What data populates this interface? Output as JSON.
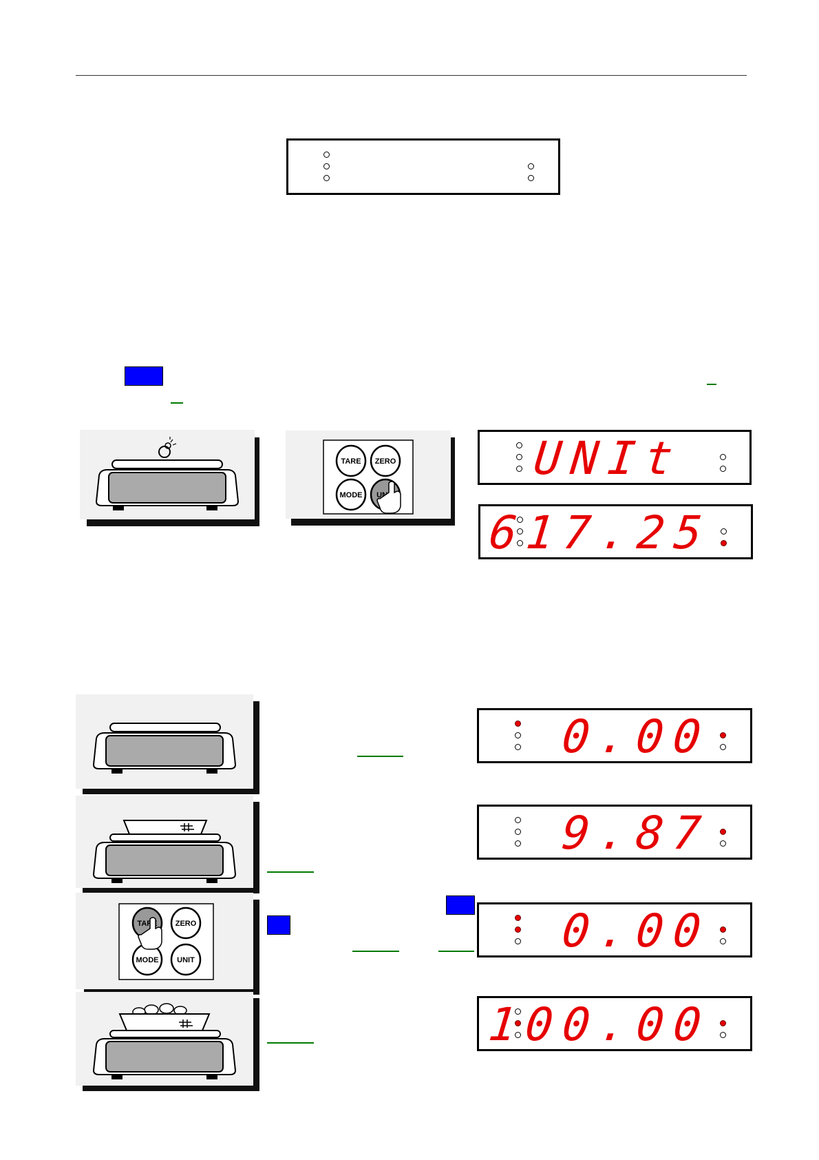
{
  "displays": {
    "legend_panel": {
      "text": "",
      "lamps_left": [
        false,
        false,
        false
      ],
      "lamps_right": [
        false,
        false
      ]
    },
    "unit_panel": {
      "text": "UNIt",
      "lamps_left": [
        false,
        false,
        false
      ],
      "lamps_right": [
        false,
        false
      ]
    },
    "value_617": {
      "text": "617.25",
      "lamps_left": [
        false,
        false,
        false
      ],
      "lamps_right": [
        false,
        true
      ]
    },
    "zero_1": {
      "text": "0.00",
      "lamps_left": [
        true,
        false,
        false
      ],
      "lamps_right": [
        true,
        false
      ]
    },
    "value_987": {
      "text": "9.87",
      "lamps_left": [
        false,
        false,
        false
      ],
      "lamps_right": [
        true,
        false
      ]
    },
    "zero_2": {
      "text": "0.00",
      "lamps_left": [
        true,
        true,
        false
      ],
      "lamps_right": [
        true,
        false
      ]
    },
    "value_100": {
      "text": "100.00",
      "lamps_left": [
        false,
        true,
        false
      ],
      "lamps_right": [
        true,
        false
      ]
    }
  },
  "keypad_1": {
    "keys": [
      "TARE",
      "ZERO",
      "MODE",
      "UNIT"
    ],
    "pressed": "UNIT"
  },
  "keypad_2": {
    "keys": [
      "TARE",
      "ZERO",
      "MODE",
      "UNIT"
    ],
    "pressed": "TARE"
  },
  "colors": {
    "led": "#e60000",
    "tag": "#0000ff",
    "link_line": "#007a00"
  }
}
